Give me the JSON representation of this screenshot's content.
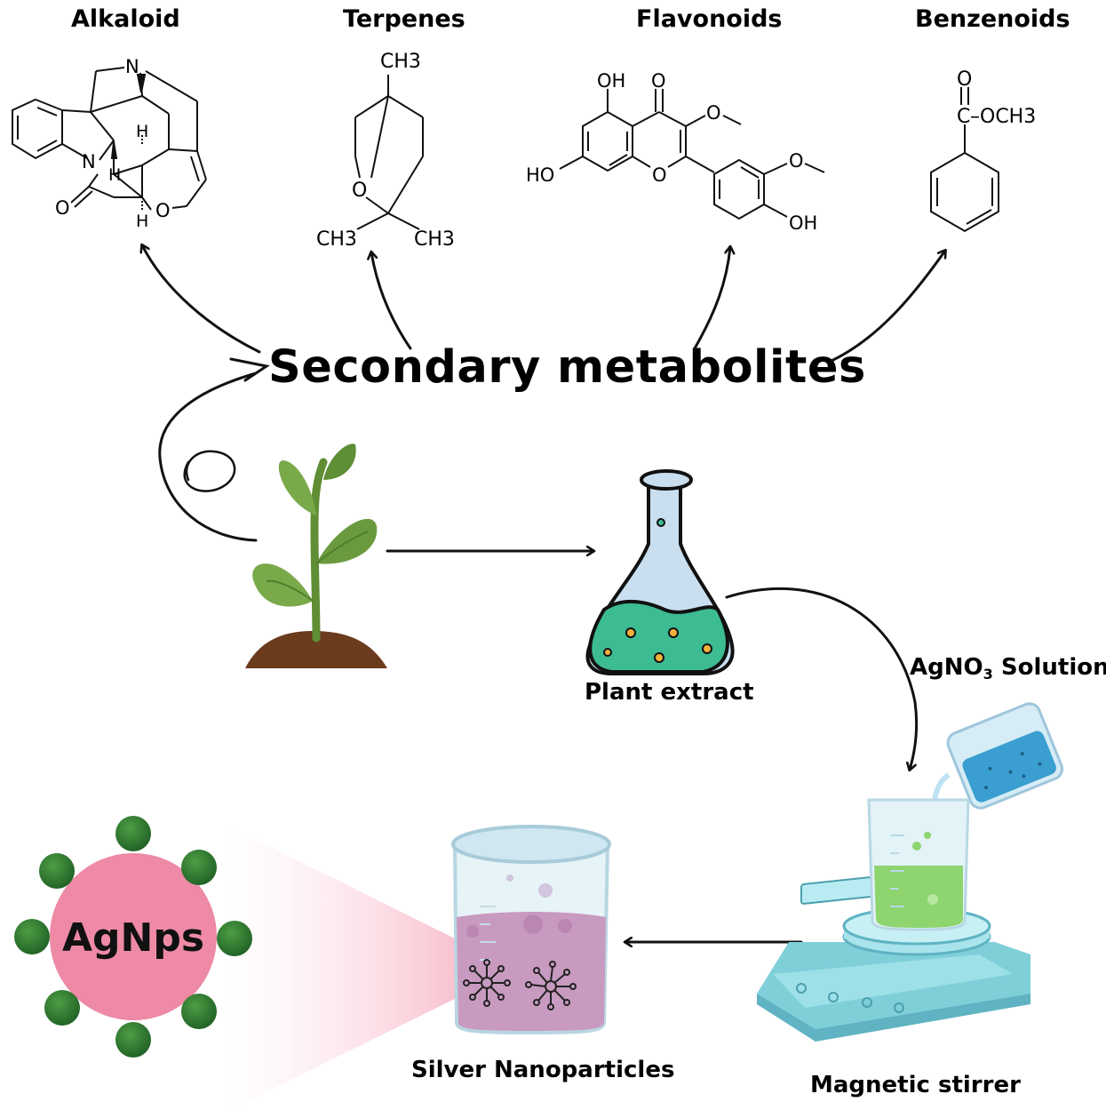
{
  "categories": {
    "alkaloid": "Alkaloid",
    "terpenes": "Terpenes",
    "flavonoids": "Flavonoids",
    "benzenoids": "Benzenoids"
  },
  "structure_atoms": {
    "alkaloid": {
      "n_top": "N",
      "h_top": "H",
      "n_left": "N",
      "h_left": "H",
      "o_ketone": "O",
      "h_bottom": "H",
      "o_ring": "O"
    },
    "terpenes": {
      "ch3_top": "CH3",
      "o_bridge": "O",
      "ch3_left": "CH3",
      "ch3_right": "CH3"
    },
    "flavonoids": {
      "oh_top": "OH",
      "o_keto": "O",
      "ome_top": "O",
      "ho_left": "HO",
      "o_ring": "O",
      "ome_right": "O",
      "oh_right": "OH"
    },
    "benzenoids": {
      "o_carbonyl": "O",
      "c_carbonyl": "C",
      "och3": "–OCH3"
    }
  },
  "main_title": "Secondary metabolites",
  "labels": {
    "plant_extract": "Plant extract",
    "agno3_prefix": "AgNO",
    "agno3_sub": "3",
    "agno3_suffix": " Solution",
    "magnetic_stirrer": "Magnetic stirrer",
    "silver_nanoparticles": "Silver Nanoparticles",
    "agnps": "AgNps"
  },
  "colors": {
    "leaf": "#6a9a3e",
    "soil": "#6b3b1d",
    "extract_liquid": "#3dbb93",
    "agno3_liquid": "#3a9fd0",
    "stirrer_liquid": "#8ed46f",
    "nanoparticle_solution": "#c89ac0",
    "agnps_core": "#ee8aa6",
    "agnps_shell": "#2f7d32",
    "stirrer_body": "#7fcfd9"
  }
}
